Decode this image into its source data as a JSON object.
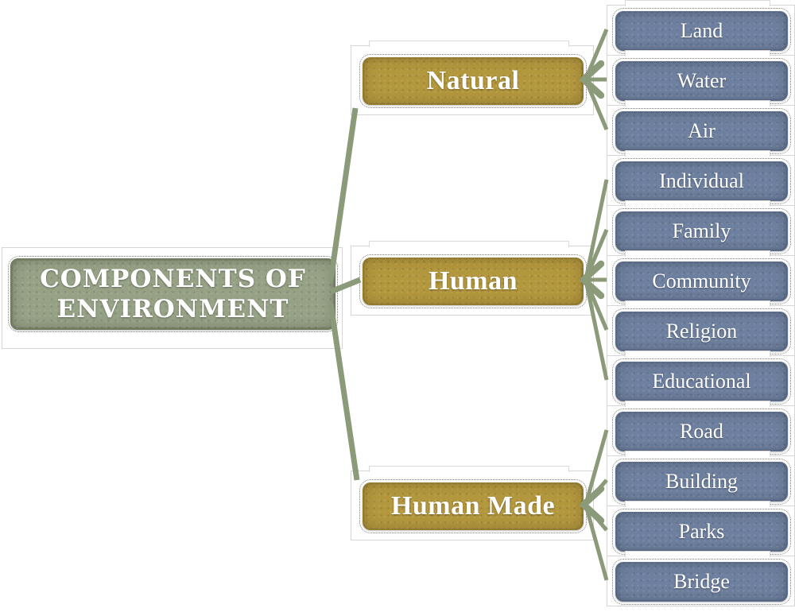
{
  "diagram": {
    "root": {
      "label": "COMPONENTS OF ENVIRONMENT",
      "line1": "COMPONENTS OF",
      "line2": "ENVIRONMENT"
    },
    "branches": [
      {
        "label": "Natural",
        "children": [
          "Land",
          "Water",
          "Air"
        ]
      },
      {
        "label": "Human",
        "children": [
          "Individual",
          "Family",
          "Community",
          "Religion",
          "Educational"
        ]
      },
      {
        "label": "Human Made",
        "children": [
          "Road",
          "Building",
          "Parks",
          "Bridge"
        ]
      }
    ],
    "colors": {
      "root_fill": "#96a185",
      "root_border": "#707c5e",
      "branch_fill": "#b3973d",
      "leaf_fill": "#6e809f",
      "connector": "#8b9a79",
      "card_border": "#d6d6d6",
      "text": "#ffffff"
    }
  }
}
